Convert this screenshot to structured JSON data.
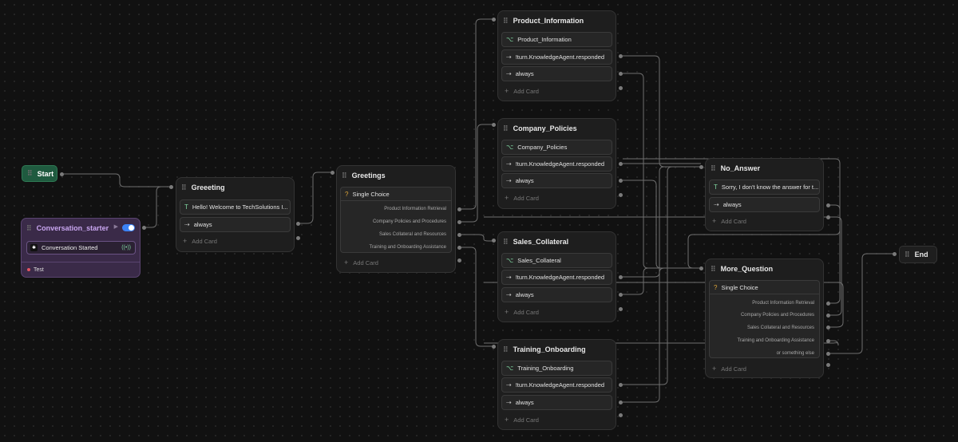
{
  "start": {
    "label": "Start"
  },
  "end": {
    "label": "End"
  },
  "trigger": {
    "title": "Conversation_starter",
    "event": "Conversation Started",
    "footer": "Test",
    "icons": {
      "play": "play-icon",
      "toggle": "toggle-switch",
      "event": "webhook-icon",
      "signal": "broadcast-icon"
    }
  },
  "common": {
    "add_card": "Add Card",
    "always": "always",
    "responded": "!turn.KnowledgeAgent.responded"
  },
  "greeeting": {
    "title": "Greeeting",
    "message": "Hello! Welcome to TechSolutions I..."
  },
  "greetings": {
    "title": "Greetings",
    "choice_label": "Single Choice",
    "options": [
      "Product Information Retrieval",
      "Company Policies and Procedures",
      "Sales Collateral and Resources",
      "Training and Onboarding Assistance"
    ]
  },
  "product": {
    "title": "Product_Information",
    "kb": "Product_Information"
  },
  "policies": {
    "title": "Company_Policies",
    "kb": "Company_Policies"
  },
  "sales": {
    "title": "Sales_Collateral",
    "kb": "Sales_Collateral"
  },
  "training": {
    "title": "Training_Onboarding",
    "kb": "Training_Onboarding"
  },
  "no_answer": {
    "title": "No_Answer",
    "message": "Sorry, I don't know the answer for t..."
  },
  "more_question": {
    "title": "More_Question",
    "choice_label": "Single Choice",
    "options": [
      "Product Information Retrieval",
      "Company Policies and Procedures",
      "Sales Collateral and Resources",
      "Training and Onboarding Assistance",
      "or something else"
    ]
  },
  "colors": {
    "canvas": "#111111",
    "node": "#1e1e1e",
    "start": "#1f5a3f",
    "trigger": "#3a2a48",
    "accent": "#3b82f6",
    "edge": "#7a7a7a"
  }
}
